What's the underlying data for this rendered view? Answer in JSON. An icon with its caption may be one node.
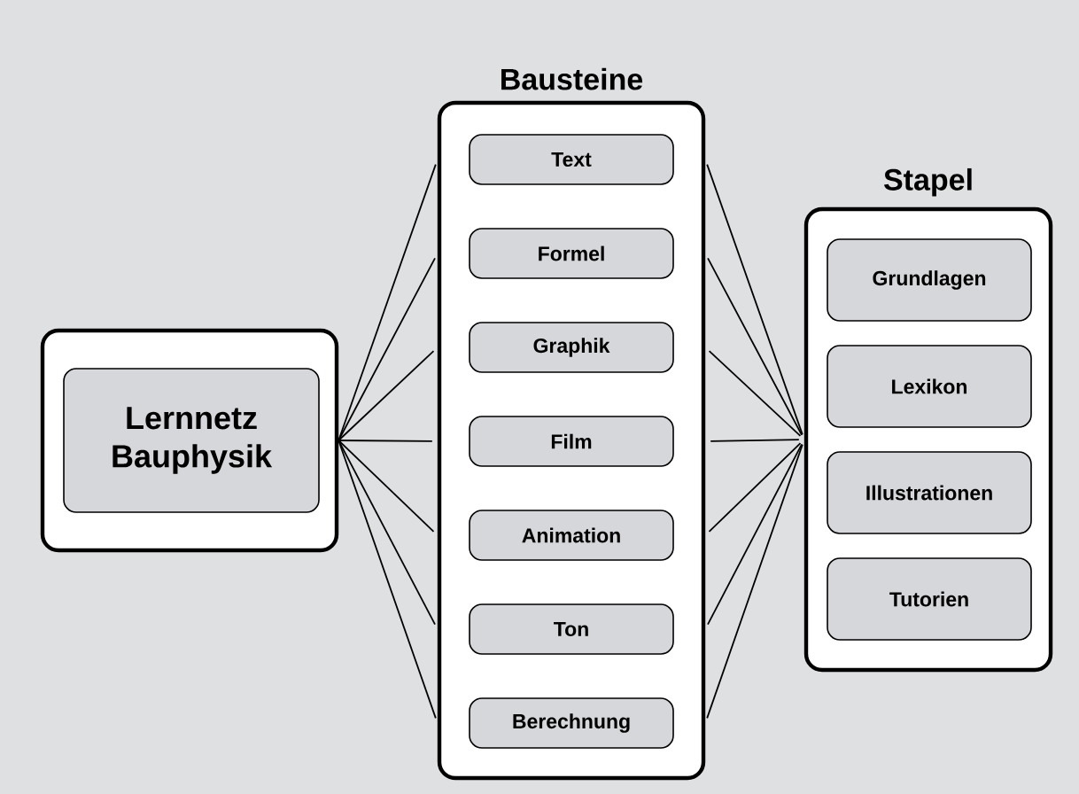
{
  "diagram": {
    "nodes": [
      {
        "text": [],
        "shape": "box"
      },
      {
        "text": [
          "Lernnetz Bauphysik"
        ],
        "in": 0
      },
      {
        "text": [
          "Bausteine"
        ]
      },
      {
        "text": [
          "Text"
        ],
        "in": 2
      },
      {
        "text": [
          "Formel"
        ],
        "in": 2
      },
      {
        "text": [
          "Graphik"
        ],
        "in": 2
      },
      {
        "text": [
          "Film"
        ],
        "in": 2
      },
      {
        "text": [
          "Animation"
        ],
        "in": 2
      },
      {
        "text": [
          "Ton"
        ],
        "in": 2
      },
      {
        "text": [
          "Berechnung"
        ],
        "in": 2
      },
      {
        "text": [
          "Stapel"
        ]
      },
      {
        "text": [
          "Grundlagen"
        ],
        "in": 10
      },
      {
        "text": [
          "Lexikon"
        ],
        "in": 10
      },
      {
        "text": [
          "Illustrationen"
        ],
        "in": 10
      },
      {
        "text": [
          "Tutorien"
        ],
        "in": 10
      }
    ],
    "edges": [
      {
        "from": 0,
        "to": 3,
        "arrow": "none"
      },
      {
        "from": 0,
        "to": 4,
        "arrow": "none"
      },
      {
        "from": 0,
        "to": 5,
        "arrow": "none"
      },
      {
        "from": 0,
        "to": 6,
        "arrow": "none"
      },
      {
        "from": 0,
        "to": 7,
        "arrow": "none"
      },
      {
        "from": 0,
        "to": 8,
        "arrow": "none"
      },
      {
        "from": 0,
        "to": 9,
        "arrow": "none"
      },
      {
        "from": 3,
        "to": 10,
        "arrow": "none"
      },
      {
        "from": 4,
        "to": 10,
        "arrow": "none"
      },
      {
        "from": 5,
        "to": 10,
        "arrow": "none"
      },
      {
        "from": 6,
        "to": 10,
        "arrow": "none"
      },
      {
        "from": 7,
        "to": 10,
        "arrow": "none"
      },
      {
        "from": 8,
        "to": 10,
        "arrow": "none"
      },
      {
        "from": 9,
        "to": 10,
        "arrow": "none"
      }
    ]
  }
}
